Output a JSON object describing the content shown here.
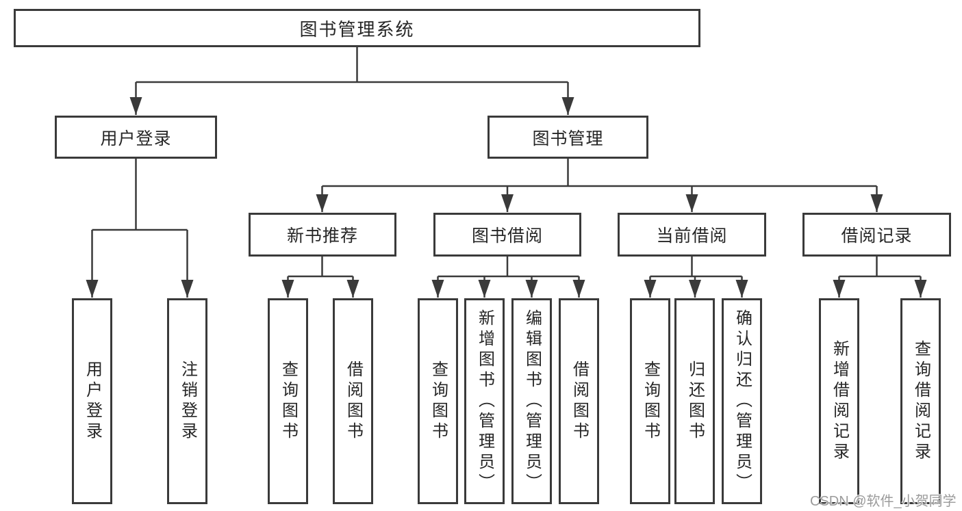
{
  "tree": {
    "label": "图书管理系统",
    "children": [
      {
        "label": "用户登录",
        "children": [
          {
            "label": "用户登录"
          },
          {
            "label": "注销登录"
          }
        ]
      },
      {
        "label": "图书管理",
        "children": [
          {
            "label": "新书推荐",
            "children": [
              {
                "label": "查询图书"
              },
              {
                "label": "借阅图书"
              }
            ]
          },
          {
            "label": "图书借阅",
            "children": [
              {
                "label": "查询图书"
              },
              {
                "label": "新增图书（管理员）"
              },
              {
                "label": "编辑图书（管理员）"
              },
              {
                "label": "借阅图书"
              }
            ]
          },
          {
            "label": "当前借阅",
            "children": [
              {
                "label": "查询图书"
              },
              {
                "label": "归还图书"
              },
              {
                "label": "确认归还（管理员）"
              }
            ]
          },
          {
            "label": "借阅记录",
            "children": [
              {
                "label": "新增借阅记录"
              },
              {
                "label": "查询借阅记录"
              }
            ]
          }
        ]
      }
    ]
  },
  "watermark": {
    "text": "CSDN @软件_小贺同学"
  },
  "colors": {
    "line": "#3a3a3a",
    "text": "#262626",
    "watermark": "#9b9b9b",
    "background": "#ffffff"
  }
}
